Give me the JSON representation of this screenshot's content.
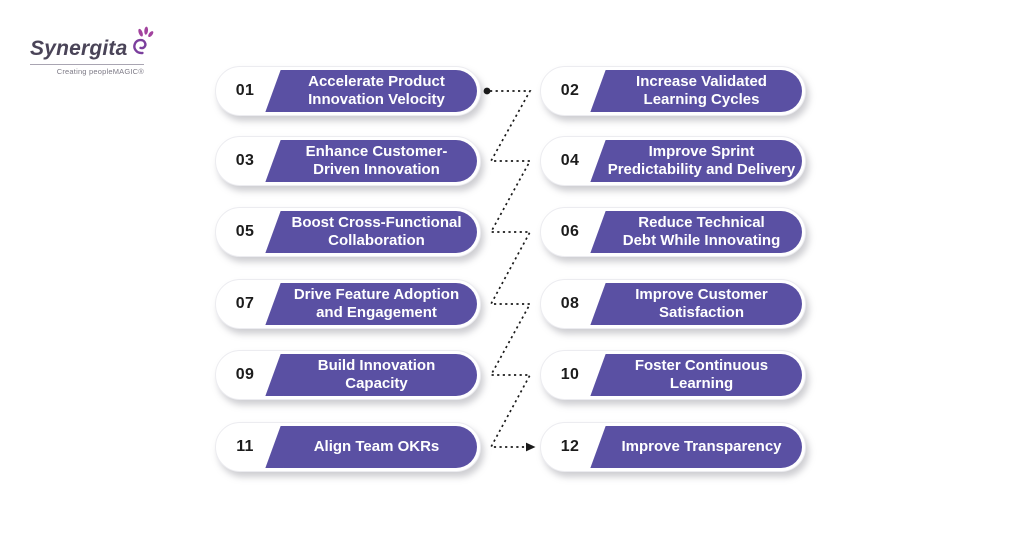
{
  "brand": {
    "name": "Synergita",
    "tagline": "Creating peopleMAGIC®",
    "logo_icon": "peacock-swirl-icon",
    "logo_icon_color": "#8a3f9b",
    "logo_text_color": "#4a4458"
  },
  "colors": {
    "pill_accent": "#5a50a3",
    "pill_background": "#ffffff",
    "number_text": "#1c1c1c",
    "band_text": "#ffffff",
    "connector": "#1a1a1a",
    "page_background": "#ffffff"
  },
  "diagram": {
    "type": "numbered-pill-list",
    "columns": 2,
    "connector_style": "dotted-zigzag with start dot and end arrow"
  },
  "items": [
    {
      "number": "01",
      "line1": "Accelerate Product",
      "line2": "Innovation Velocity"
    },
    {
      "number": "02",
      "line1": "Increase Validated",
      "line2": "Learning Cycles"
    },
    {
      "number": "03",
      "line1": "Enhance Customer-",
      "line2": "Driven Innovation"
    },
    {
      "number": "04",
      "line1": "Improve Sprint",
      "line2": "Predictability and Delivery"
    },
    {
      "number": "05",
      "line1": "Boost Cross-Functional",
      "line2": "Collaboration"
    },
    {
      "number": "06",
      "line1": "Reduce Technical",
      "line2": "Debt While Innovating"
    },
    {
      "number": "07",
      "line1": "Drive Feature Adoption",
      "line2": "and Engagement"
    },
    {
      "number": "08",
      "line1": "Improve Customer",
      "line2": "Satisfaction"
    },
    {
      "number": "09",
      "line1": "Build Innovation",
      "line2": "Capacity"
    },
    {
      "number": "10",
      "line1": "Foster Continuous",
      "line2": "Learning"
    },
    {
      "number": "11",
      "line1": "Align Team OKRs",
      "line2": ""
    },
    {
      "number": "12",
      "line1": "Improve Transparency",
      "line2": ""
    }
  ]
}
